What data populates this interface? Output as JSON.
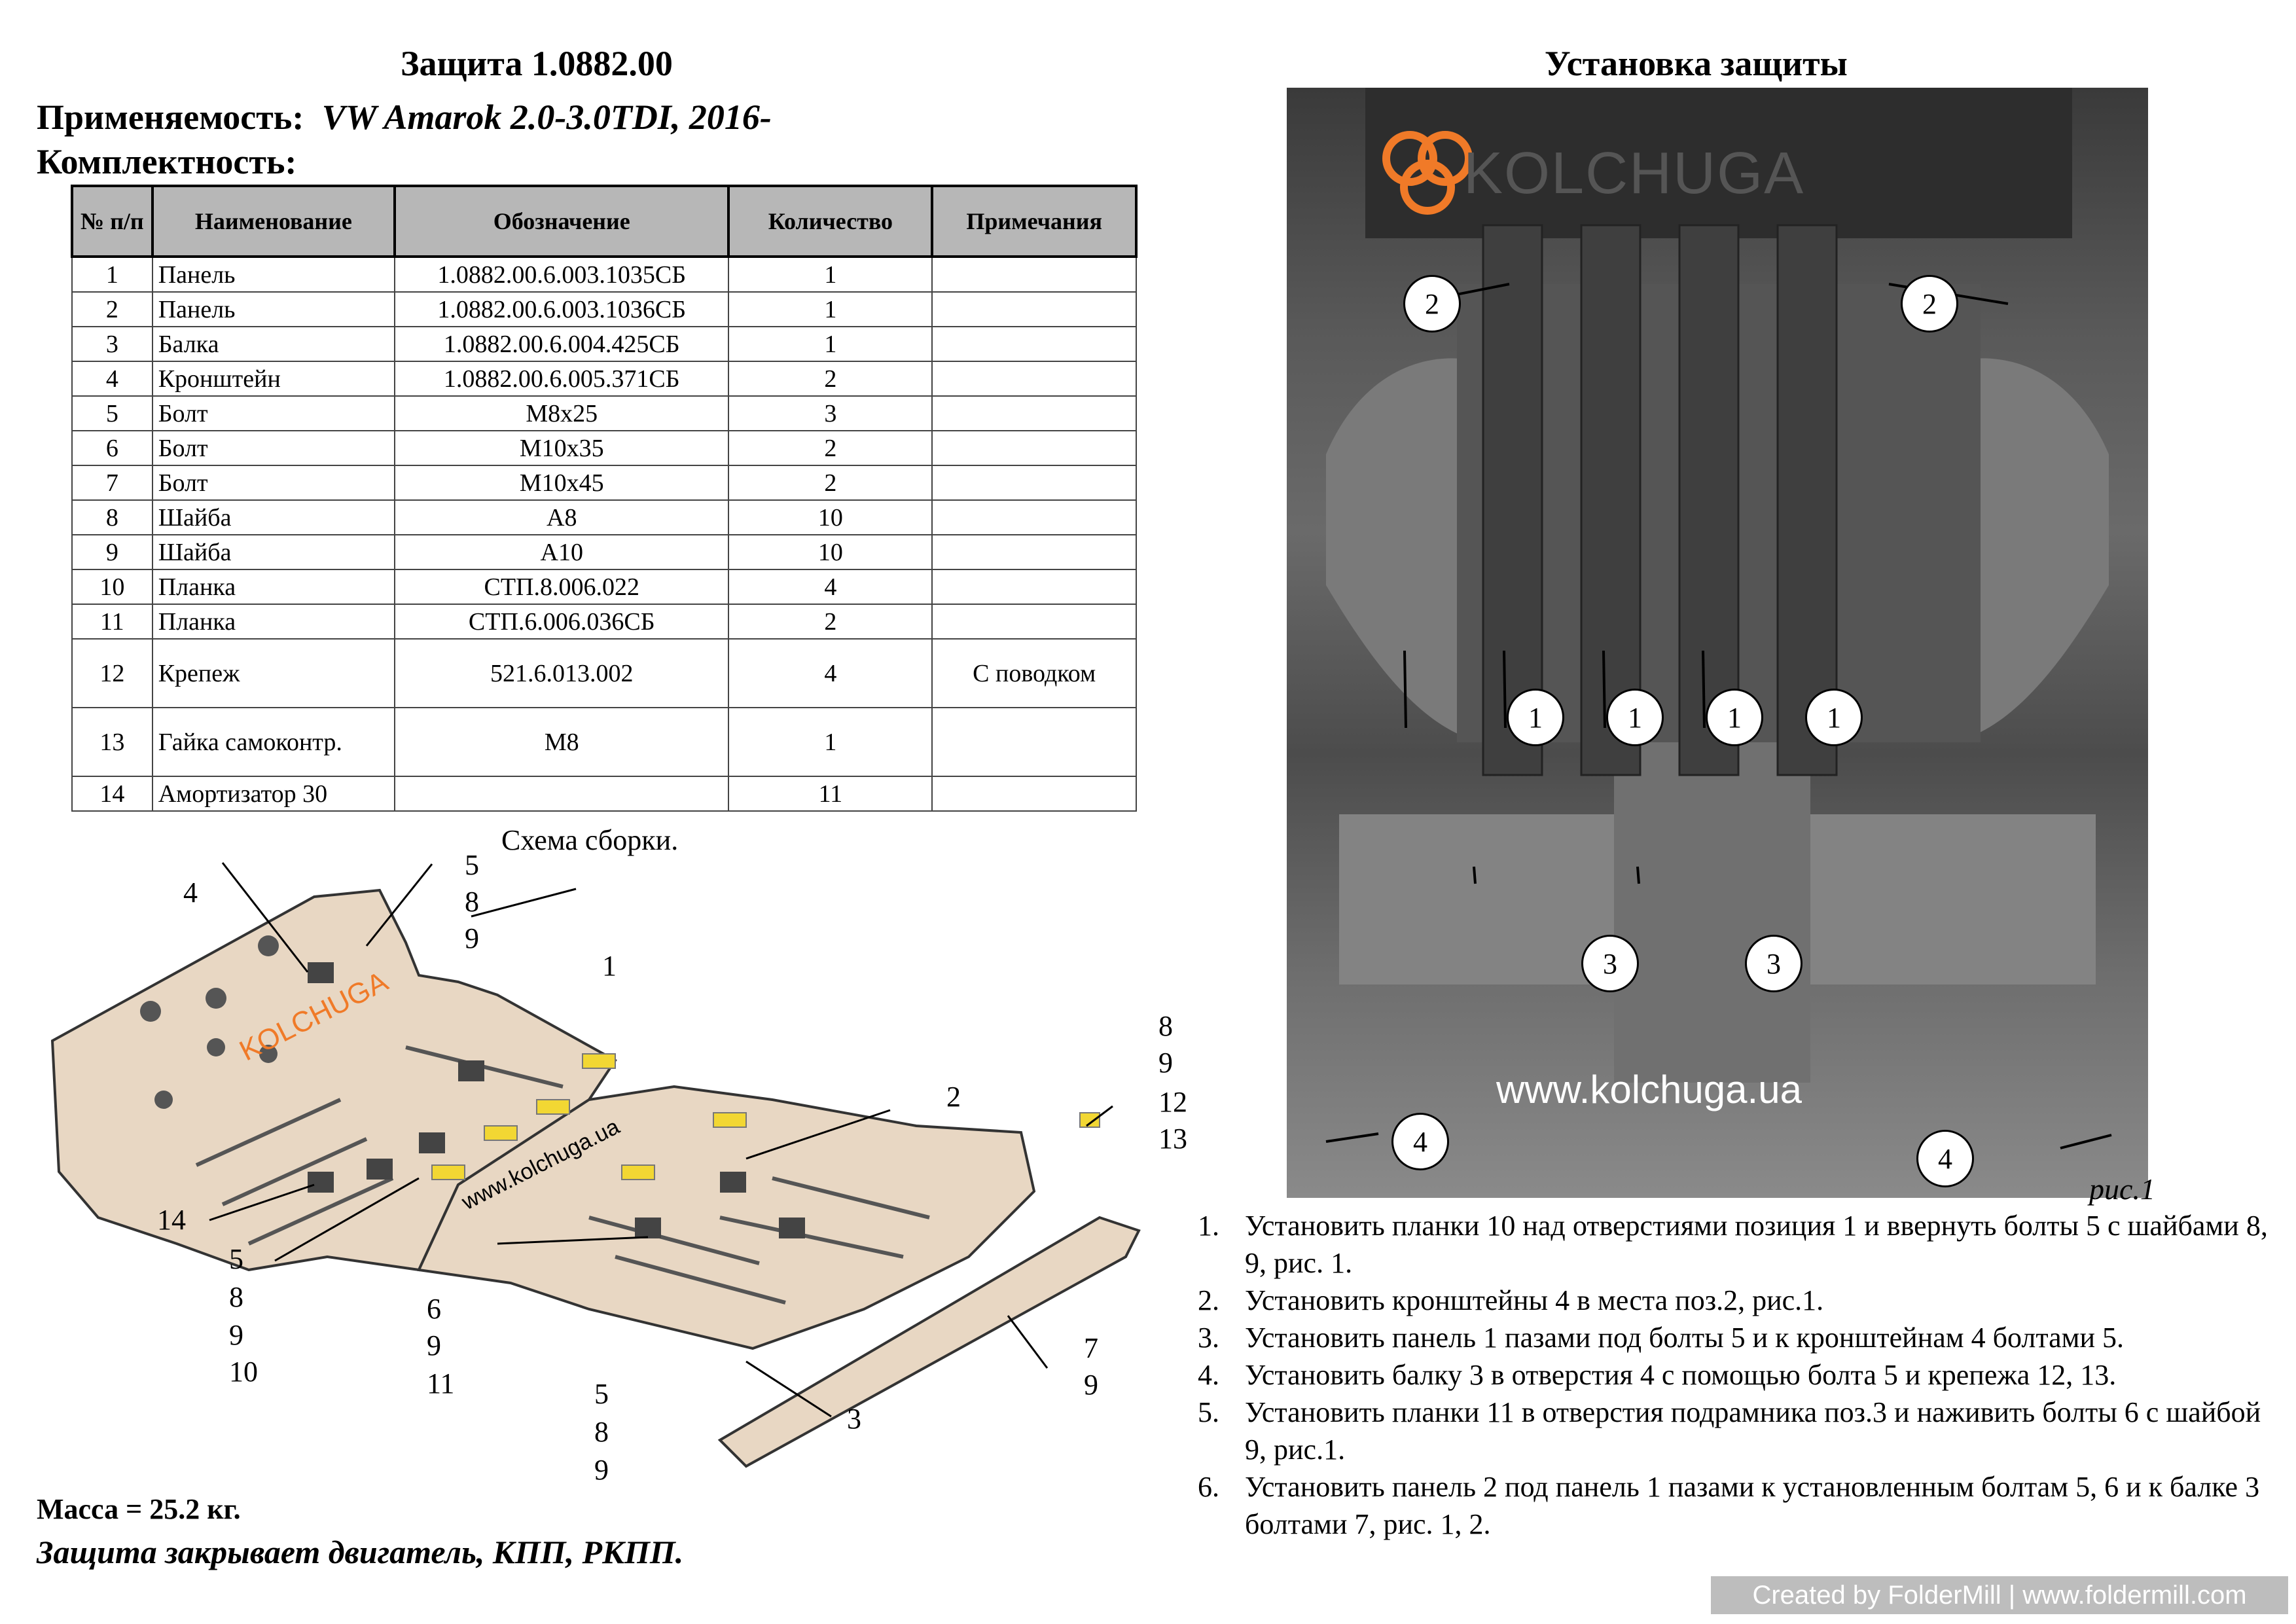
{
  "left": {
    "title": "Защита 1.0882.00",
    "applicability_label": "Применяемость:",
    "applicability_value": "VW Amarok 2.0-3.0TDI, 2016-",
    "kit_label": "Комплектность:",
    "table": {
      "headers": [
        "№ п/п",
        "Наименование",
        "Обозначение",
        "Количество",
        "Примечания"
      ],
      "rows": [
        [
          "1",
          "Панель",
          "1.0882.00.6.003.1035СБ",
          "1",
          ""
        ],
        [
          "2",
          "Панель",
          "1.0882.00.6.003.1036СБ",
          "1",
          ""
        ],
        [
          "3",
          "Балка",
          "1.0882.00.6.004.425СБ",
          "1",
          ""
        ],
        [
          "4",
          "Кронштейн",
          "1.0882.00.6.005.371СБ",
          "2",
          ""
        ],
        [
          "5",
          "Болт",
          "М8х25",
          "3",
          ""
        ],
        [
          "6",
          "Болт",
          "М10х35",
          "2",
          ""
        ],
        [
          "7",
          "Болт",
          "М10х45",
          "2",
          ""
        ],
        [
          "8",
          "Шайба",
          "А8",
          "10",
          ""
        ],
        [
          "9",
          "Шайба",
          "А10",
          "10",
          ""
        ],
        [
          "10",
          "Планка",
          "СТП.8.006.022",
          "4",
          ""
        ],
        [
          "11",
          "Планка",
          "СТП.6.006.036СБ",
          "2",
          ""
        ],
        [
          "12",
          "Крепеж",
          "521.6.013.002",
          "4",
          "С поводком"
        ],
        [
          "13",
          "Гайка самоконтр.",
          "М8",
          "1",
          ""
        ],
        [
          "14",
          "Амортизатор 30",
          "",
          "11",
          ""
        ]
      ]
    },
    "scheme_caption": "Схема сборки.",
    "diagram_labels": {
      "l4": "4",
      "l589_top_a": "5",
      "l589_top_b": "8",
      "l589_top_c": "9",
      "l1": "1",
      "l2": "2",
      "r8": "8",
      "r9": "9",
      "r12": "12",
      "r13": "13",
      "l14": "14",
      "b5": "5",
      "b8": "8",
      "b9": "9",
      "b10": "10",
      "c6": "6",
      "c9": "9",
      "c11": "11",
      "d5": "5",
      "d8": "8",
      "d9": "9",
      "e3": "3",
      "f7": "7",
      "f9": "9"
    },
    "watermark_brand": "KOLCHUGA",
    "watermark_url": "www.kolchuga.ua",
    "mass": "Масса = 25.2 кг.",
    "covers": "Защита закрывает двигатель, КПП, РКПП."
  },
  "right": {
    "title": "Установка защиты",
    "photo_brand": "KOLCHUGA",
    "photo_url": "www.kolchuga.ua",
    "callouts": [
      "2",
      "2",
      "1",
      "1",
      "1",
      "1",
      "3",
      "3",
      "4",
      "4"
    ],
    "fig_caption": "рис.1",
    "instructions": [
      {
        "n": "1.",
        "text": "Установить планки 10 над отверстиями позиция 1 и ввернуть болты 5 с шайбами 8, 9, рис. 1."
      },
      {
        "n": "2.",
        "text": "Установить кронштейны 4 в места поз.2, рис.1."
      },
      {
        "n": "3.",
        "text": "Установить панель 1 пазами под болты 5 и к кронштейнам 4 болтами 5."
      },
      {
        "n": "4.",
        "text": "Установить балку 3 в отверстия 4 с помощью болта 5 и крепежа 12, 13."
      },
      {
        "n": "5.",
        "text": "Установить планки 11 в отверстия подрамника поз.3 и наживить болты 6 с шайбой 9, рис.1."
      },
      {
        "n": "6.",
        "text": "Установить панель 2 под панель 1 пазами к установленным болтам 5, 6 и к балке 3 болтами 7, рис. 1, 2."
      }
    ]
  },
  "footer": "Created by FolderMill | www.foldermill.com",
  "colors": {
    "brand_orange": "#f07a28",
    "panel_fill": "#e8d7c3",
    "table_header": "#b7b7b7"
  }
}
